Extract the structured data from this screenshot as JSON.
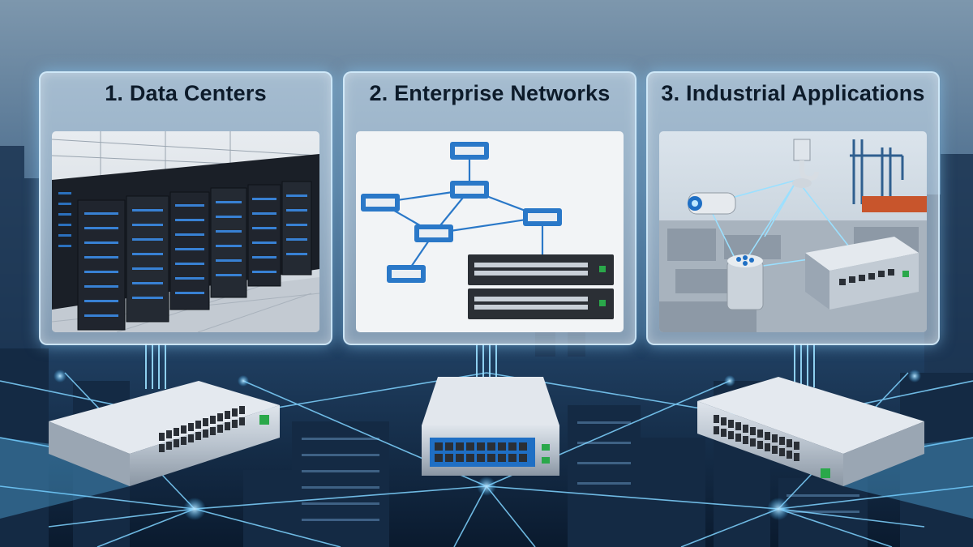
{
  "panels": [
    {
      "title": "1. Data Centers",
      "icon": "server-racks-illustration"
    },
    {
      "title": "2. Enterprise Networks",
      "icon": "network-switches-topology-illustration"
    },
    {
      "title": "3. Industrial Applications",
      "icon": "industrial-iot-illustration"
    }
  ],
  "colors": {
    "accent": "#3fb8ff",
    "panel_border": "#d7f0ff",
    "title_text": "#0d1b2a",
    "switch_blue": "#1f6fc4"
  }
}
